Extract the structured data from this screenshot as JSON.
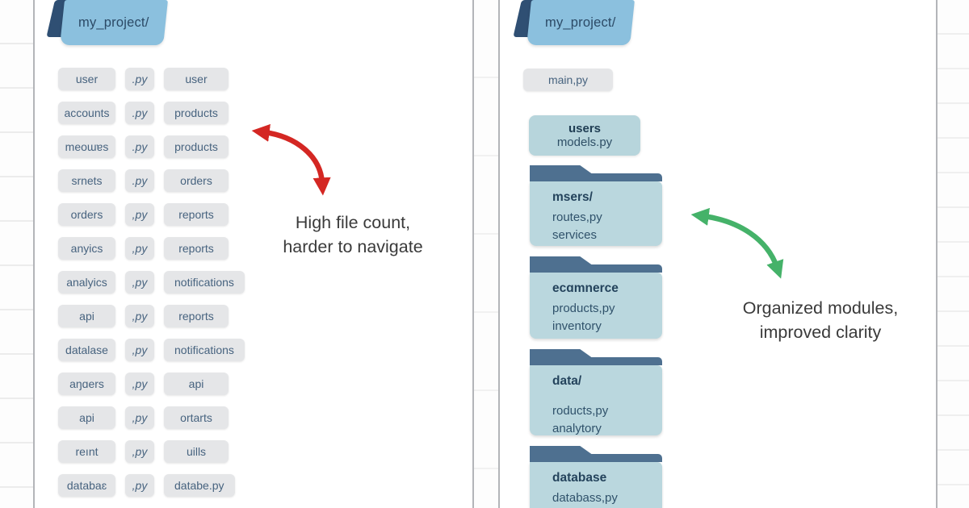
{
  "left": {
    "folder_label": "my_project/",
    "rows": [
      {
        "a": "user",
        "ext": ".py",
        "b": "user"
      },
      {
        "a": "accounts",
        "ext": ".py",
        "b": "products"
      },
      {
        "a": "meoɯɐs",
        "ext": ".py",
        "b": "products"
      },
      {
        "a": "srnets",
        "ext": ".py",
        "b": "orders"
      },
      {
        "a": "orders",
        "ext": ",py",
        "b": "reports"
      },
      {
        "a": "anyics",
        "ext": ",py",
        "b": "reports"
      },
      {
        "a": "analyics",
        "ext": ",py",
        "b": "notifications"
      },
      {
        "a": "api",
        "ext": ",py",
        "b": "reports"
      },
      {
        "a": "datalase",
        "ext": ",py",
        "b": "notifications"
      },
      {
        "a": "aŋɑers",
        "ext": ",py",
        "b": "api"
      },
      {
        "a": "api",
        "ext": ",py",
        "b": "ortarts"
      },
      {
        "a": "reınt",
        "ext": ",py",
        "b": "uills"
      },
      {
        "a": "databaɛ",
        "ext": ",py",
        "b": "databe.py"
      }
    ],
    "annotation": {
      "line1": "High file count,",
      "line2": "harder to navigate"
    }
  },
  "right": {
    "folder_label": "my_project/",
    "main_file": "main,py",
    "module_card": {
      "title": "users",
      "subtitle": "models.py"
    },
    "folders": [
      {
        "title": "msers/",
        "lines": [
          "routes,py",
          "services"
        ]
      },
      {
        "title": "ecɑmnerce",
        "lines": [
          "products,py",
          "inventory"
        ]
      },
      {
        "title": "data/",
        "lines": [
          "roducts,py",
          "analytory"
        ]
      },
      {
        "title": "database",
        "lines": [
          "databass,py"
        ]
      }
    ],
    "annotation": {
      "line1": "Organized modules,",
      "line2": "improved clarity"
    }
  },
  "colors": {
    "arrow_red": "#d42723",
    "arrow_green": "#45b269",
    "tab_blue": "#8bc0de",
    "tab_edge": "#2f4f73",
    "pill_bg": "#e5e6e8",
    "folder_body": "#bad7de",
    "folder_tab": "#4e7090"
  }
}
